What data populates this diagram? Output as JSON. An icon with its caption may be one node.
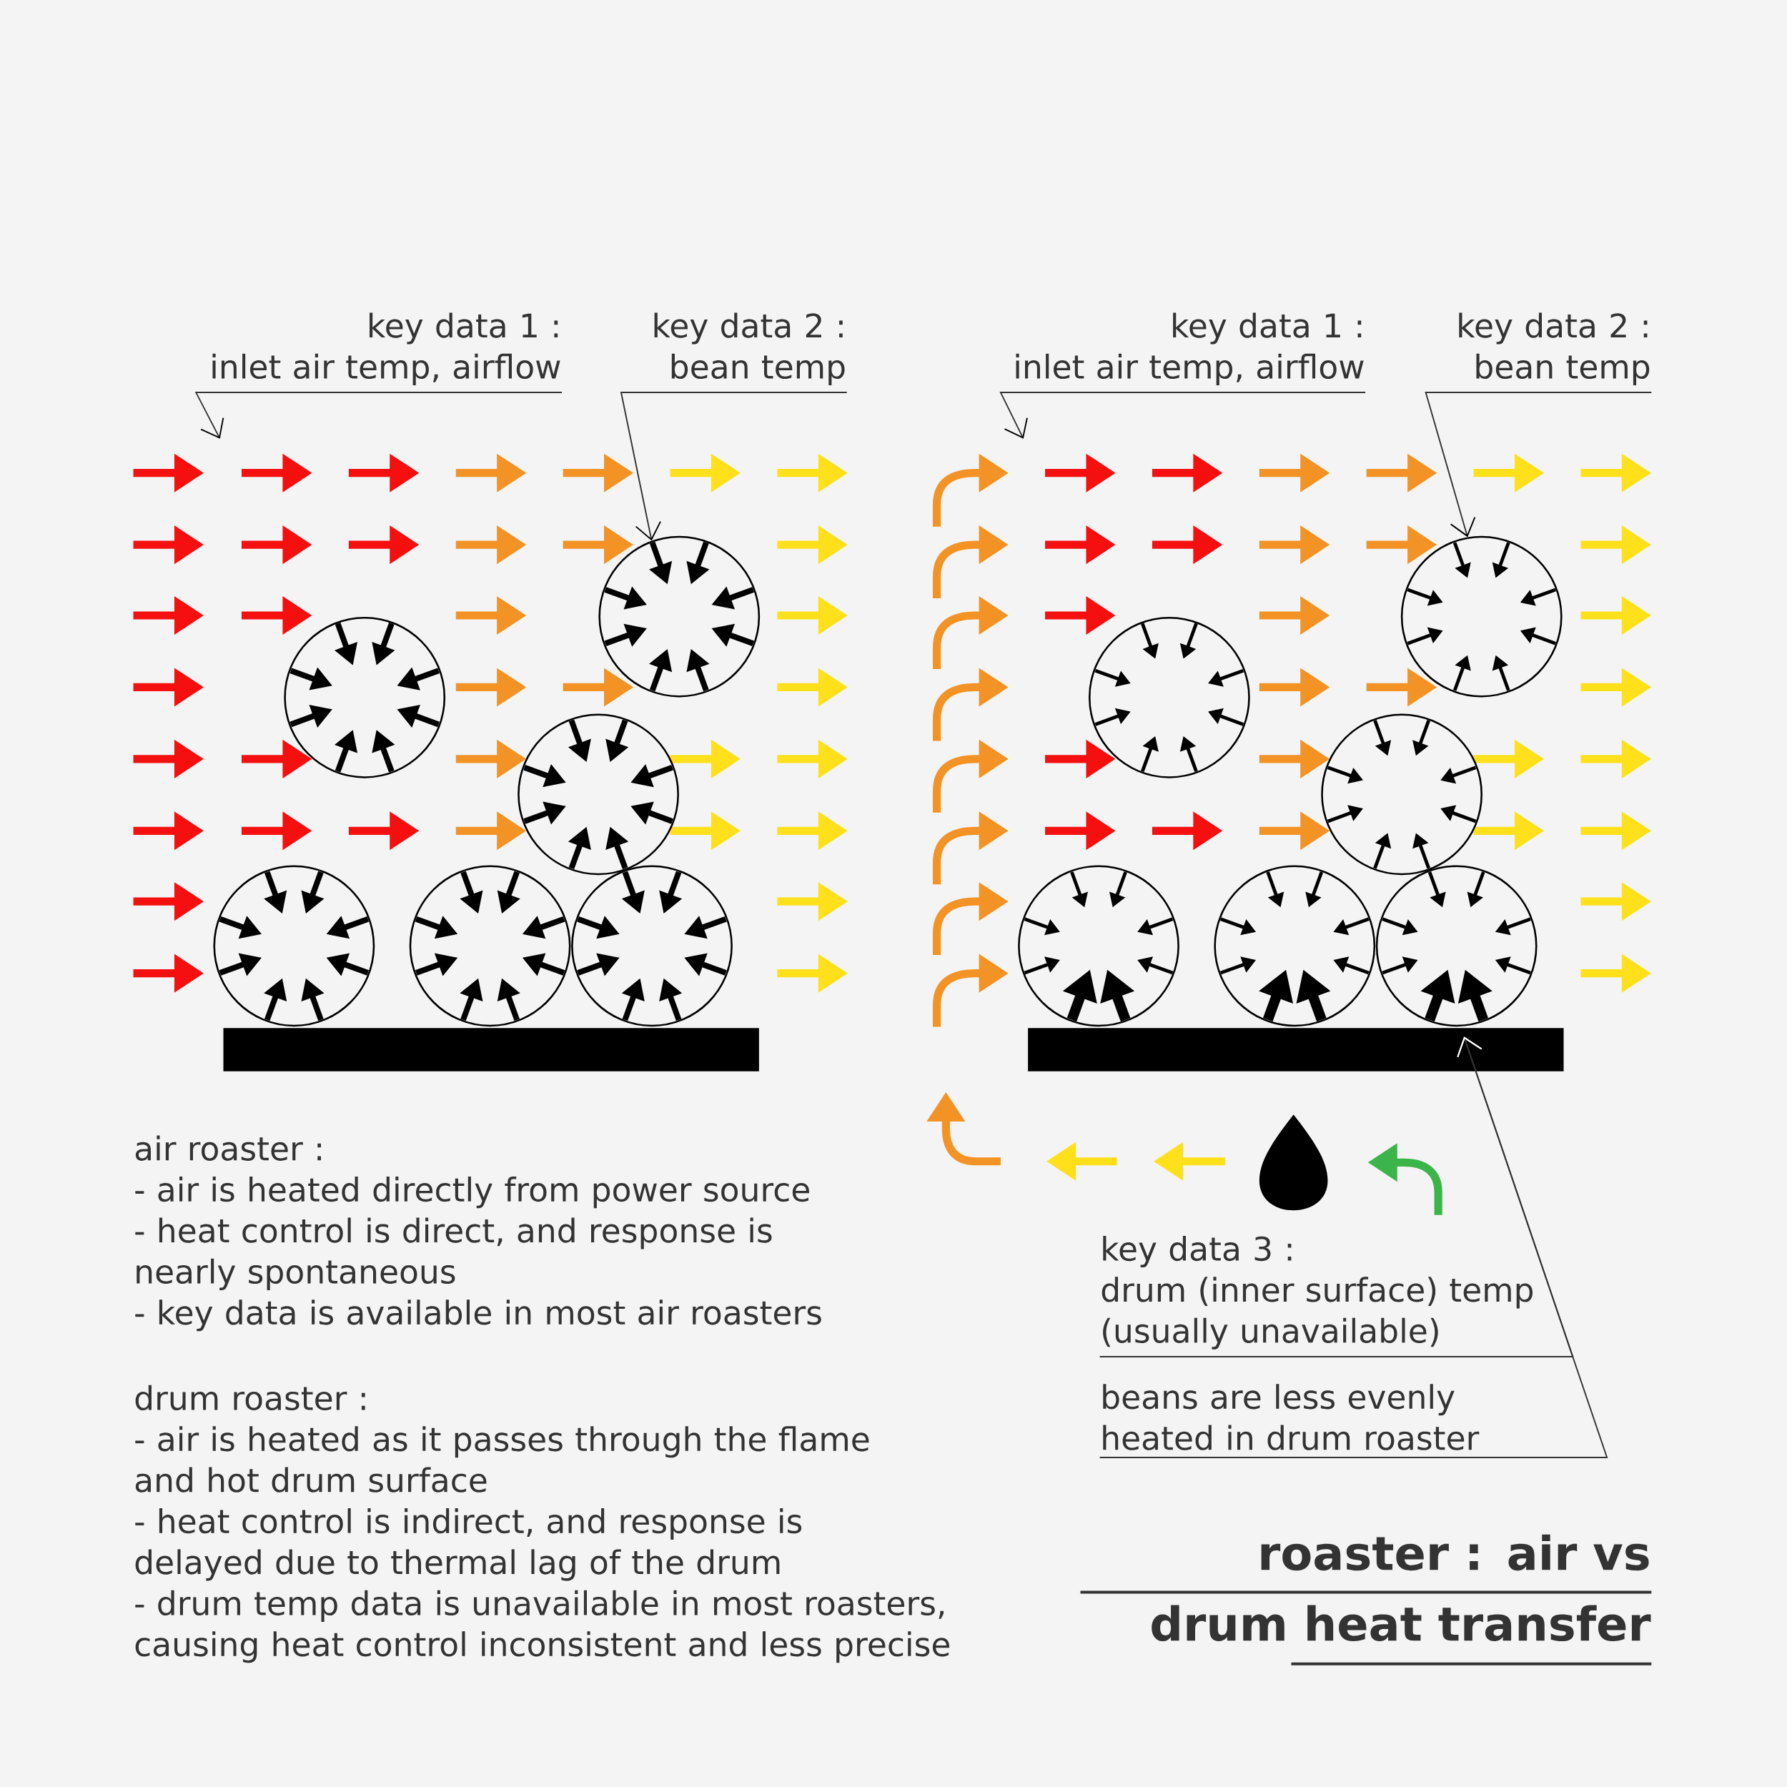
{
  "diagram": {
    "title": "roaster : air vs drum heat transfer",
    "nodes": [
      {
        "text": [
          "key data 1 :",
          "inlet air temp, airflow"
        ]
      },
      {
        "text": [
          "key data 2 :",
          "bean temp"
        ]
      },
      {
        "text": [
          "key data 1 :",
          "inlet air temp, airflow"
        ]
      },
      {
        "text": [
          "key data 2 :",
          "bean temp"
        ]
      },
      {
        "text": [],
        "shape": "circle"
      },
      {
        "text": [],
        "shape": "circle"
      },
      {
        "text": [],
        "shape": "circle"
      },
      {
        "text": [],
        "shape": "circle"
      },
      {
        "text": [],
        "shape": "circle"
      },
      {
        "text": [],
        "shape": "circle"
      },
      {
        "text": [],
        "shape": "bar"
      },
      {
        "text": [],
        "shape": "circle"
      },
      {
        "text": [],
        "shape": "circle"
      },
      {
        "text": [],
        "shape": "circle"
      },
      {
        "text": [],
        "shape": "circle"
      },
      {
        "text": [],
        "shape": "circle"
      },
      {
        "text": [],
        "shape": "circle"
      },
      {
        "text": [],
        "shape": "bar"
      },
      {
        "text": [
          "key data 3 :",
          "drum (inner surface) temp (usually unavailable)"
        ]
      },
      {
        "text": [
          "beans are less evenly heated in drum roaster"
        ]
      }
    ],
    "edges": [
      {
        "from": 0,
        "to": null,
        "arrow": "to"
      },
      {
        "from": 1,
        "to": 4,
        "arrow": "to"
      },
      {
        "from": 2,
        "to": null,
        "arrow": "to"
      },
      {
        "from": 3,
        "to": 11,
        "arrow": "to"
      },
      {
        "from": 18,
        "to": 17,
        "arrow": "to"
      },
      {
        "from": 19,
        "to": 17,
        "arrow": "to"
      }
    ],
    "labels": [
      "air roaster :",
      "- air is heated directly from power source",
      "- heat control is direct, and response is nearly spontaneous",
      "- key data is available in most air roasters",
      "drum roaster :",
      "- air is heated as it passes through the flame and hot drum surface",
      "- heat control is indirect, and response is delayed due to thermal lag of the drum",
      "- drum temp data is unavailable in most roasters, causing heat control inconsistent and less precise"
    ]
  }
}
